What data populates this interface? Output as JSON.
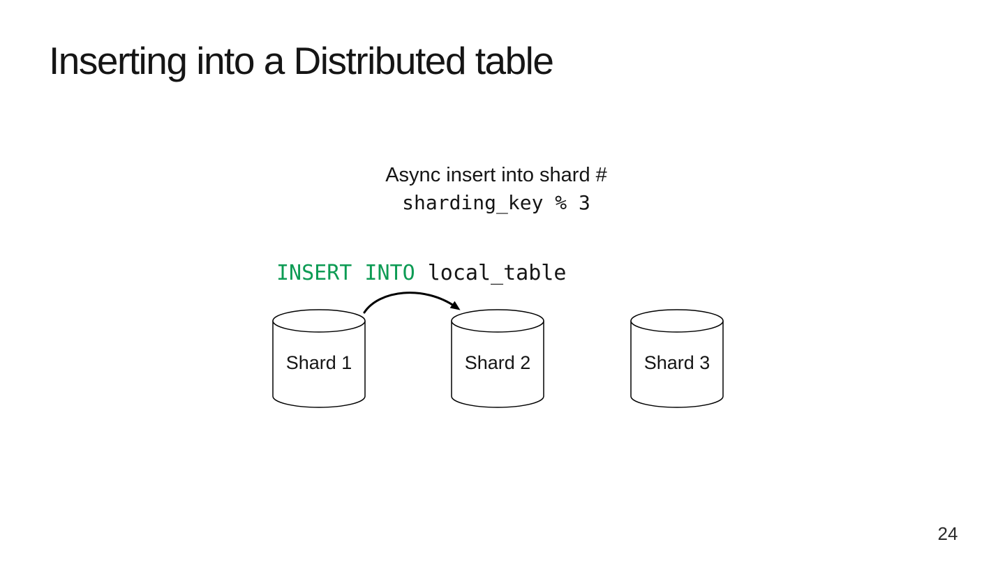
{
  "slide": {
    "title": "Inserting into a Distributed table",
    "annotation": {
      "line1": "Async insert into shard #",
      "line2": "sharding_key % 3"
    },
    "code": {
      "keyword": "INSERT INTO",
      "table": " local_table"
    },
    "shards": [
      {
        "label": "Shard 1"
      },
      {
        "label": "Shard 2"
      },
      {
        "label": "Shard 3"
      }
    ],
    "page_number": "24"
  },
  "colors": {
    "keyword_green": "#0d9b54",
    "text": "#151515",
    "background": "#ffffff"
  }
}
